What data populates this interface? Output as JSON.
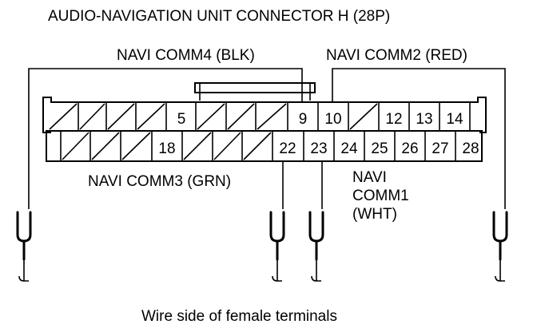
{
  "title": "AUDIO-NAVIGATION UNIT CONNECTOR H (28P)",
  "caption": "Wire side of female terminals",
  "wires": {
    "comm4": "NAVI COMM4 (BLK)",
    "comm2": "NAVI COMM2 (RED)",
    "comm3": "NAVI COMM3 (GRN)",
    "comm1_line1": "NAVI",
    "comm1_line2": "COMM1",
    "comm1_line3": "(WHT)"
  },
  "pins": {
    "p5": "5",
    "p9": "9",
    "p10": "10",
    "p12": "12",
    "p13": "13",
    "p14": "14",
    "p18": "18",
    "p22": "22",
    "p23": "23",
    "p24": "24",
    "p25": "25",
    "p26": "26",
    "p27": "27",
    "p28": "28"
  }
}
